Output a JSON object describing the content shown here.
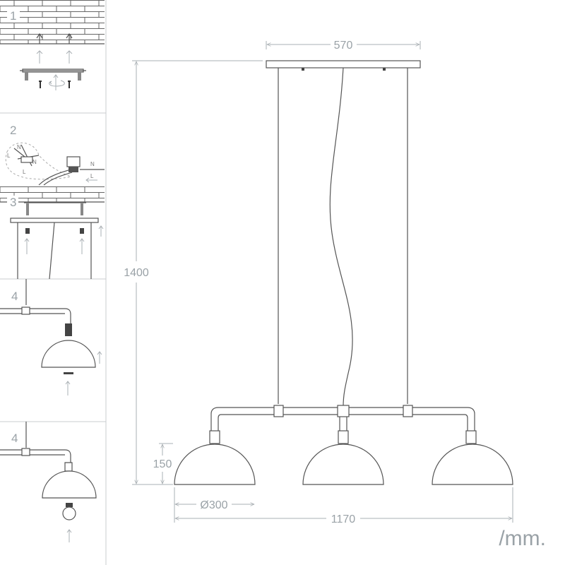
{
  "instructions": {
    "steps": [
      {
        "number": "1"
      },
      {
        "number": "2",
        "wire_labels": [
          "N",
          "L",
          "N",
          "L",
          "N",
          "L"
        ]
      },
      {
        "number": "3"
      },
      {
        "number": "4"
      },
      {
        "number": "4"
      }
    ]
  },
  "dimensions": {
    "canopy_width": "570",
    "total_height": "1400",
    "shade_height": "150",
    "shade_diameter": "Ø300",
    "total_width": "1170",
    "unit": "/mm."
  },
  "colors": {
    "line": "#555555",
    "dimension": "#aab0b4",
    "label": "#9aa2a7"
  }
}
